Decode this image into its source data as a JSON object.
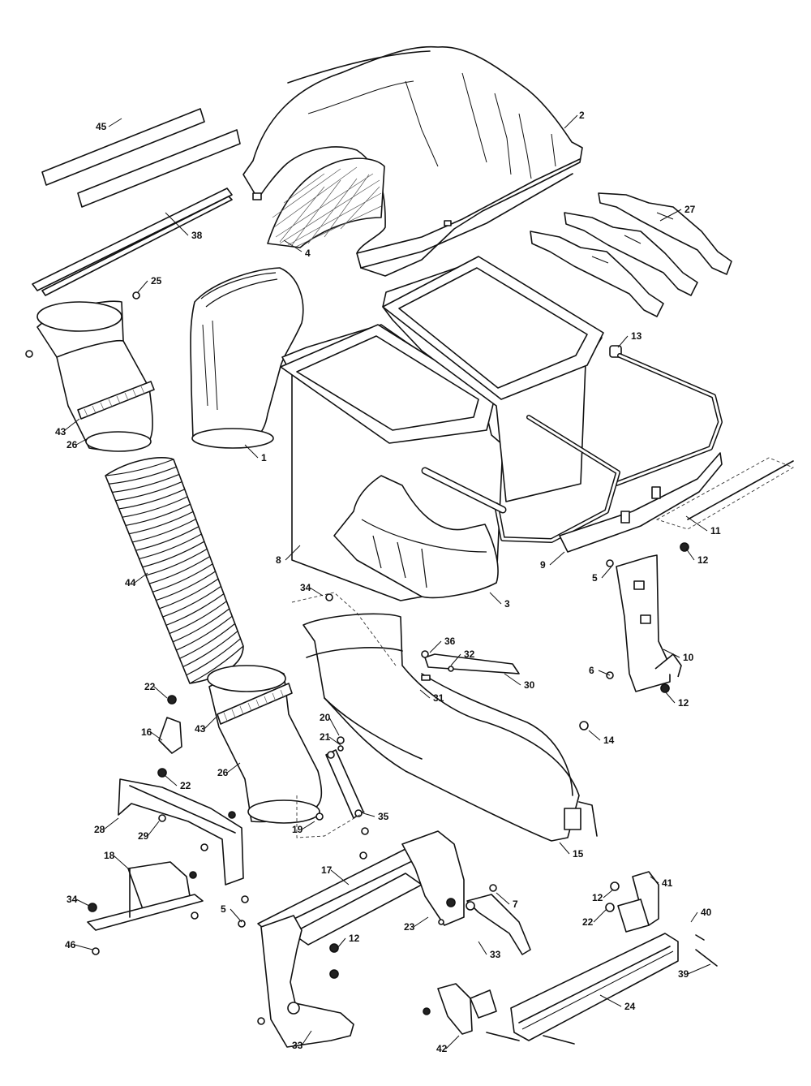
{
  "diagram": {
    "callouts": [
      {
        "id": "c1",
        "text": "1"
      },
      {
        "id": "c2",
        "text": "2"
      },
      {
        "id": "c3",
        "text": "3"
      },
      {
        "id": "c4",
        "text": "4"
      },
      {
        "id": "c5a",
        "text": "5"
      },
      {
        "id": "c5b",
        "text": "5"
      },
      {
        "id": "c6",
        "text": "6"
      },
      {
        "id": "c7",
        "text": "7"
      },
      {
        "id": "c8",
        "text": "8"
      },
      {
        "id": "c9",
        "text": "9"
      },
      {
        "id": "c10",
        "text": "10"
      },
      {
        "id": "c11",
        "text": "11"
      },
      {
        "id": "c12a",
        "text": "12"
      },
      {
        "id": "c12b",
        "text": "12"
      },
      {
        "id": "c12c",
        "text": "12"
      },
      {
        "id": "c12d",
        "text": "12"
      },
      {
        "id": "c13",
        "text": "13"
      },
      {
        "id": "c14",
        "text": "14"
      },
      {
        "id": "c15",
        "text": "15"
      },
      {
        "id": "c16",
        "text": "16"
      },
      {
        "id": "c17",
        "text": "17"
      },
      {
        "id": "c18",
        "text": "18"
      },
      {
        "id": "c19",
        "text": "19"
      },
      {
        "id": "c20",
        "text": "20"
      },
      {
        "id": "c21",
        "text": "21"
      },
      {
        "id": "c22a",
        "text": "22"
      },
      {
        "id": "c22b",
        "text": "22"
      },
      {
        "id": "c22c",
        "text": "22"
      },
      {
        "id": "c23",
        "text": "23"
      },
      {
        "id": "c24",
        "text": "24"
      },
      {
        "id": "c25",
        "text": "25"
      },
      {
        "id": "c26a",
        "text": "26"
      },
      {
        "id": "c26b",
        "text": "26"
      },
      {
        "id": "c27",
        "text": "27"
      },
      {
        "id": "c28",
        "text": "28"
      },
      {
        "id": "c29",
        "text": "29"
      },
      {
        "id": "c30",
        "text": "30"
      },
      {
        "id": "c31",
        "text": "31"
      },
      {
        "id": "c32",
        "text": "32"
      },
      {
        "id": "c33a",
        "text": "33"
      },
      {
        "id": "c33b",
        "text": "33"
      },
      {
        "id": "c34a",
        "text": "34"
      },
      {
        "id": "c34b",
        "text": "34"
      },
      {
        "id": "c35",
        "text": "35"
      },
      {
        "id": "c36",
        "text": "36"
      },
      {
        "id": "c38",
        "text": "38"
      },
      {
        "id": "c39",
        "text": "39"
      },
      {
        "id": "c40",
        "text": "40"
      },
      {
        "id": "c41",
        "text": "41"
      },
      {
        "id": "c42",
        "text": "42"
      },
      {
        "id": "c43a",
        "text": "43"
      },
      {
        "id": "c43b",
        "text": "43"
      },
      {
        "id": "c44",
        "text": "44"
      },
      {
        "id": "c45",
        "text": "45"
      },
      {
        "id": "c46",
        "text": "46"
      }
    ]
  }
}
